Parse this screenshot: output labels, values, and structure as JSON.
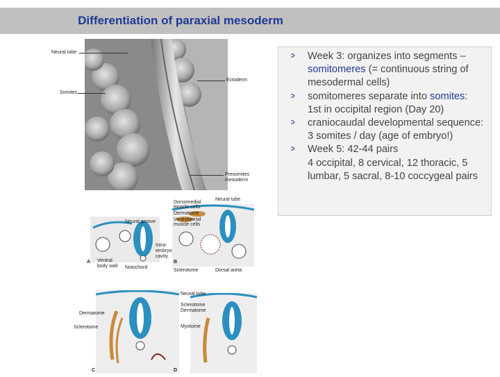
{
  "title": "Differentiation of paraxial mesoderm",
  "colors": {
    "title": "#1f3a93",
    "highlight": "#1f3a93",
    "title_bar": "#c0c0c0",
    "body_text": "#444444"
  },
  "bullets": [
    {
      "lead": "Week 3: organizes into segments –",
      "highlight": "somitomeres",
      "tail": " (= continuous string of mesodermal cells)"
    },
    {
      "lead": "somitomeres separate into",
      "highlight": "somites",
      "tail": ":"
    },
    {
      "text": "1st in occipital region (Day 20)"
    },
    {
      "text": "craniocaudal developmental sequence: 3 somites / day (age of embryo!)"
    },
    {
      "text": "Week 5: 42-44 pairs"
    },
    {
      "text": "4 occipital, 8 cervical, 12 thoracic, 5 lumbar, 5 sacral, 8-10 coccygeal pairs"
    }
  ],
  "sem_labels": {
    "neural_tube": "Neural tube",
    "somites": "Somites",
    "ectoderm": "Ectoderm",
    "presomites_1": "Presomites",
    "presomites_2": "mesoderm"
  },
  "section_labels": {
    "dorsomedial_1": "Dorsomedial",
    "dorsomedial_2": "muscle cells",
    "dermatome": "Dermatome",
    "ventrolateral_1": "Ventrolateral",
    "ventrolateral_2": "muscle cells",
    "neural_groove": "Neural groove",
    "neural_tube_b": "Neural tube",
    "intra_1": "Intra-",
    "intra_2": "embryonic",
    "intra_3": "cavity",
    "ventral_1": "Ventral",
    "ventral_2": "body wall",
    "notochord": "Notochord",
    "sclerotome": "Sclerotome",
    "dorsal_aorta": "Dorsal aorta",
    "letter_a": "A",
    "letter_b": "B",
    "neural_tube_d": "Neural tube",
    "sclerotome_d": "Sclerotome",
    "dermatome_d": "Dermatome",
    "myotome_d": "Myotome",
    "dermatome_c": "Dermatome",
    "sclerotome_c": "Sclerotome",
    "letter_c": "C",
    "letter_d": "D"
  }
}
